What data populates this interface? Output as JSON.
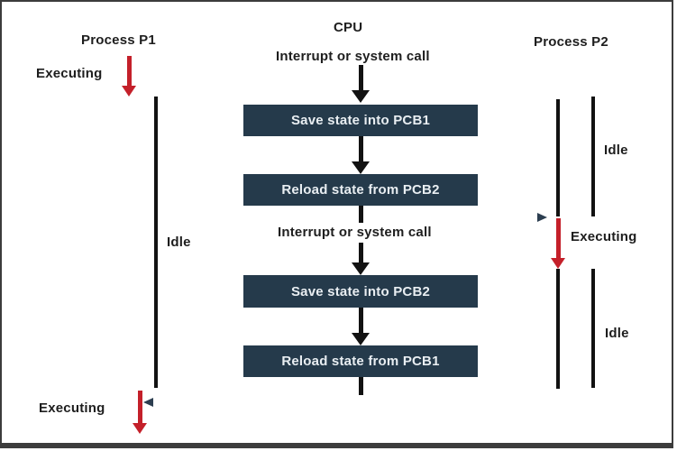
{
  "diagram": {
    "title": "CPU",
    "process_p1": {
      "title": "Process P1",
      "label_executing_top": "Executing",
      "label_idle": "Idle",
      "label_executing_bottom": "Executing"
    },
    "process_p2": {
      "title": "Process P2",
      "label_idle_top": "Idle",
      "label_executing": "Executing",
      "label_idle_bottom": "Idle"
    },
    "cpu_flow": {
      "interrupt_label_1": "Interrupt or system call",
      "box_1": "Save state into PCB1",
      "box_2": "Reload state from PCB2",
      "interrupt_label_2": "Interrupt or system call",
      "box_3": "Save state into PCB2",
      "box_4": "Reload state from PCB1"
    },
    "colors": {
      "box_background": "#253A4B",
      "box_text": "#E9EEF2",
      "red_arrow": "#C4202A",
      "black_line": "#121212",
      "navy_marker": "#2C3E50",
      "label_text": "#1E1E1E",
      "border": "#3C3C3C"
    }
  }
}
